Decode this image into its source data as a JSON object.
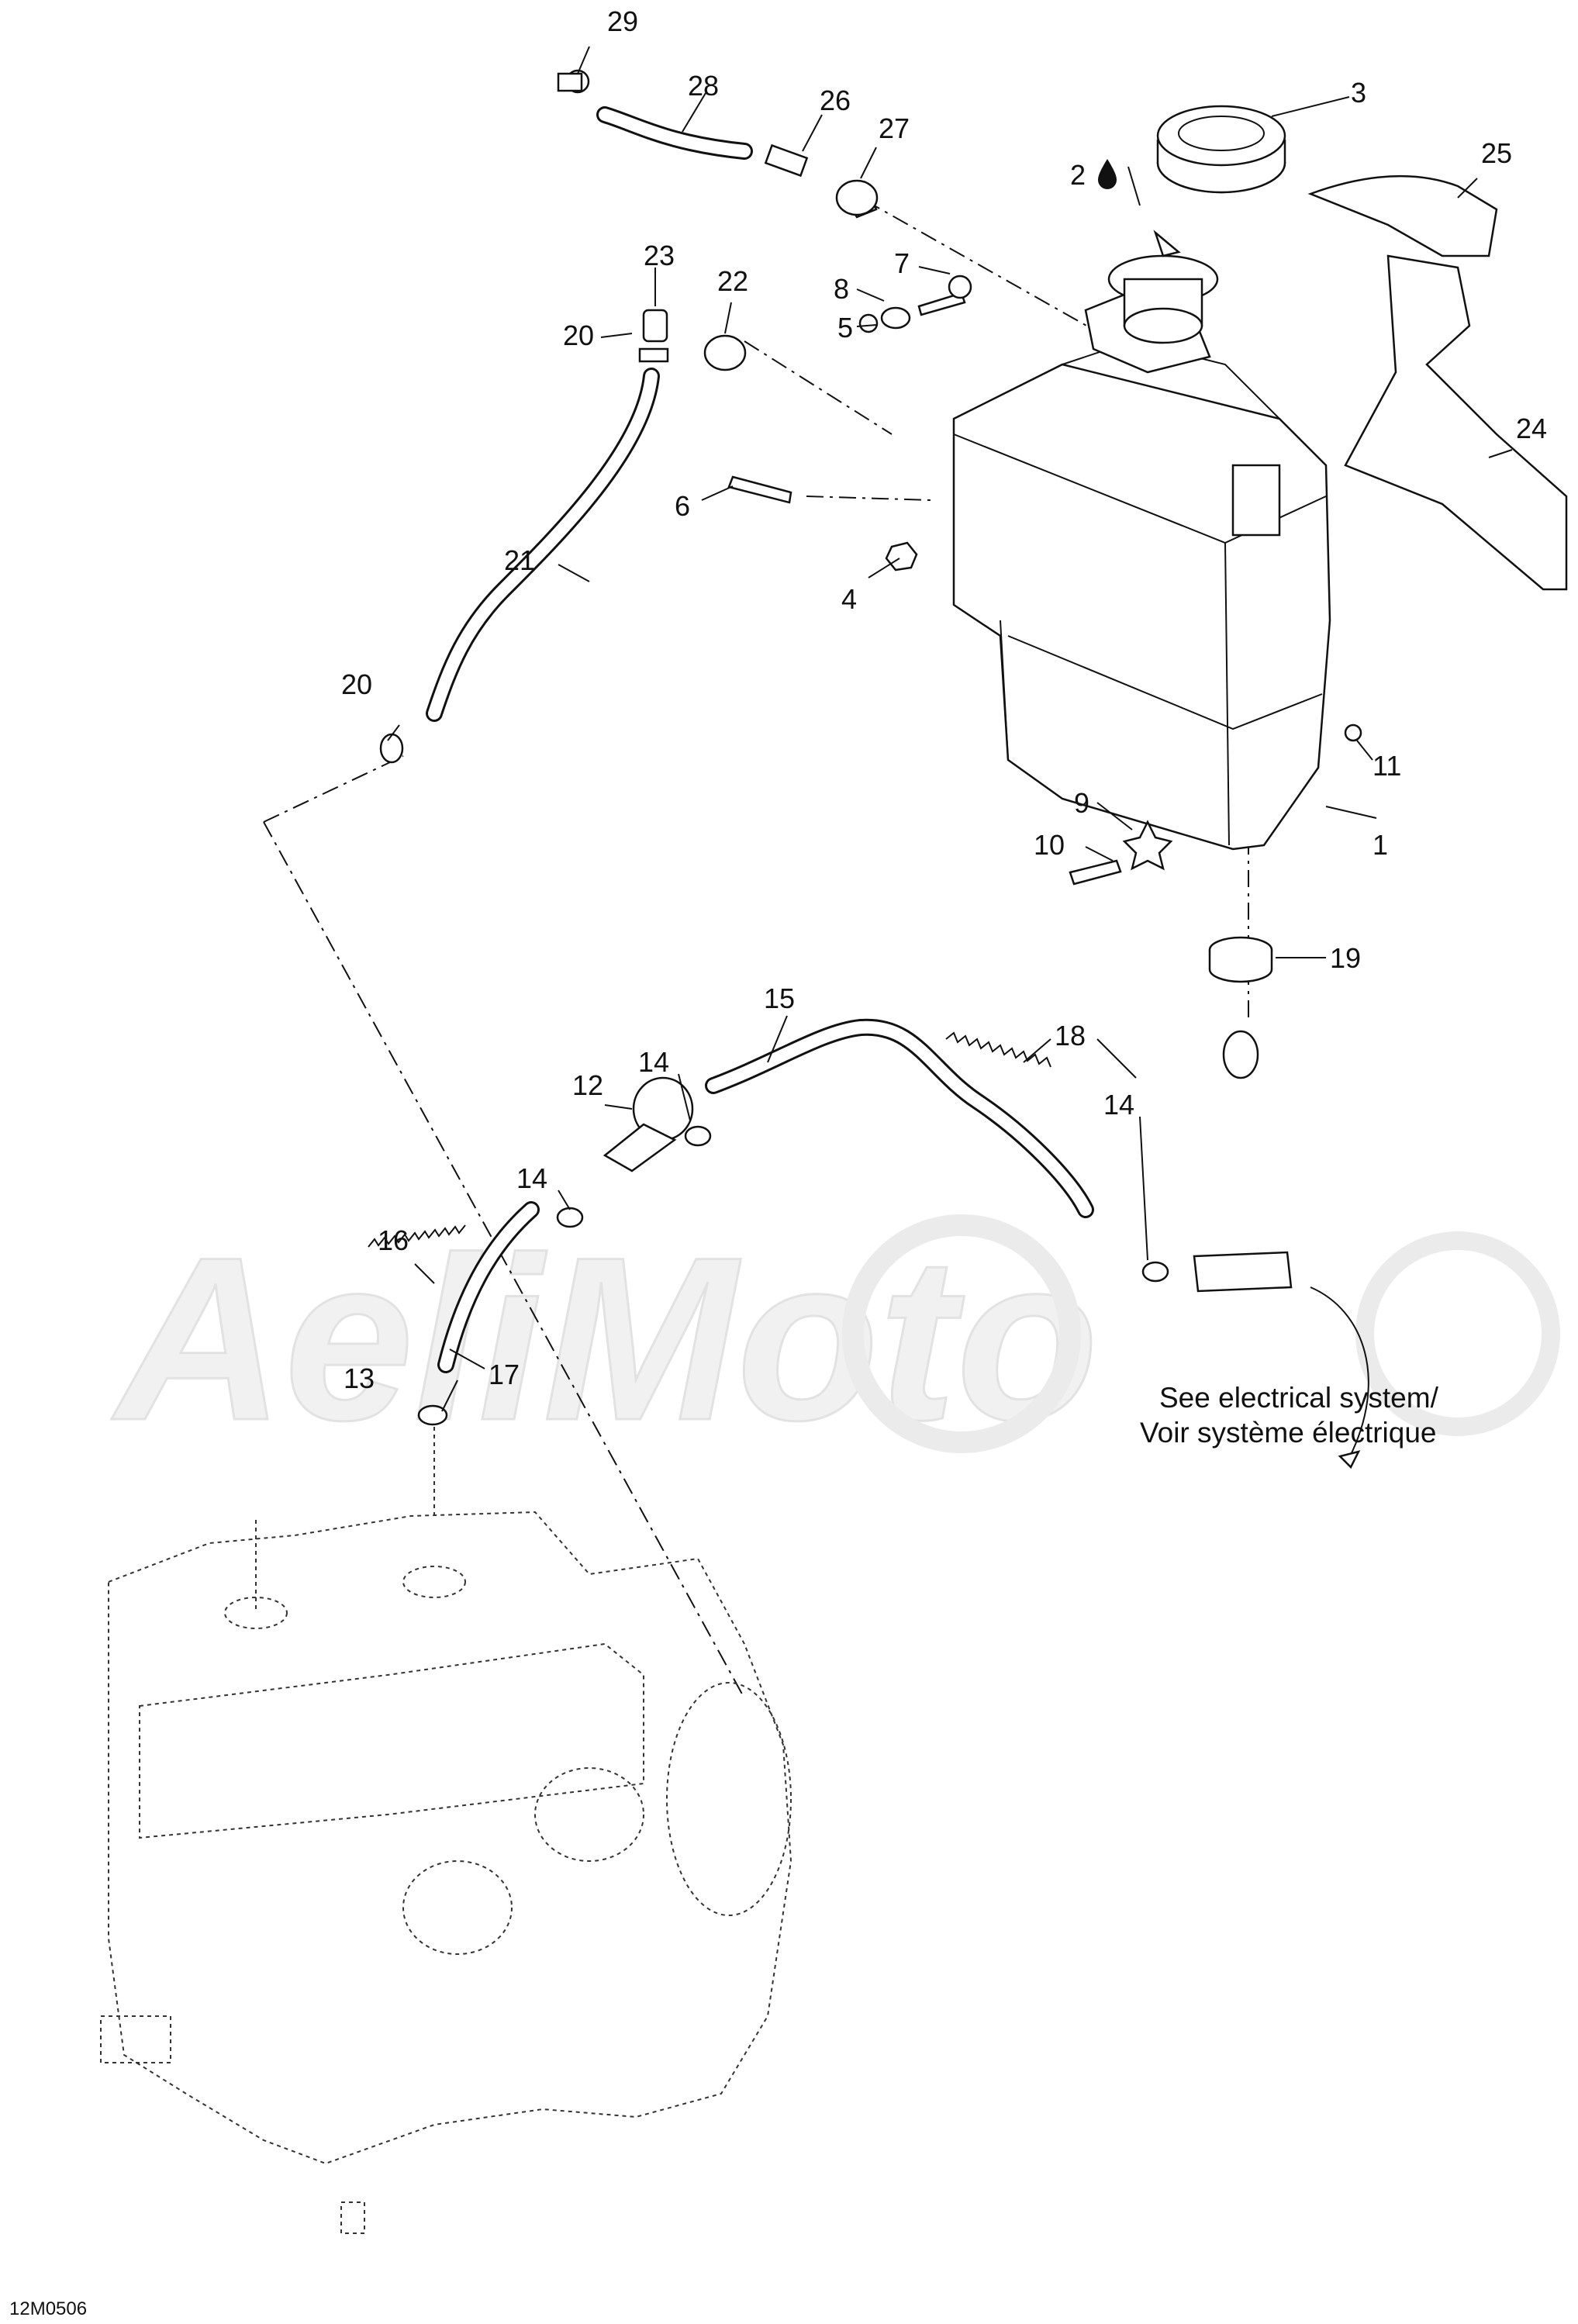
{
  "diagram": {
    "drawing_code": "12M0506",
    "note_line1": "See electrical system/",
    "note_line2": "Voir système électrique",
    "watermark": "AeliMoto",
    "callouts": {
      "c1": "1",
      "c2": "2",
      "c3": "3",
      "c4": "4",
      "c5": "5",
      "c6": "6",
      "c7": "7",
      "c8": "8",
      "c9": "9",
      "c10": "10",
      "c11": "11",
      "c12": "12",
      "c13": "13",
      "c14a": "14",
      "c14b": "14",
      "c14c": "14",
      "c15": "15",
      "c16": "16",
      "c17": "17",
      "c18": "18",
      "c19": "19",
      "c20a": "20",
      "c20b": "20",
      "c21": "21",
      "c22": "22",
      "c23": "23",
      "c24": "24",
      "c25": "25",
      "c26": "26",
      "c27": "27",
      "c28": "28",
      "c29": "29"
    }
  }
}
